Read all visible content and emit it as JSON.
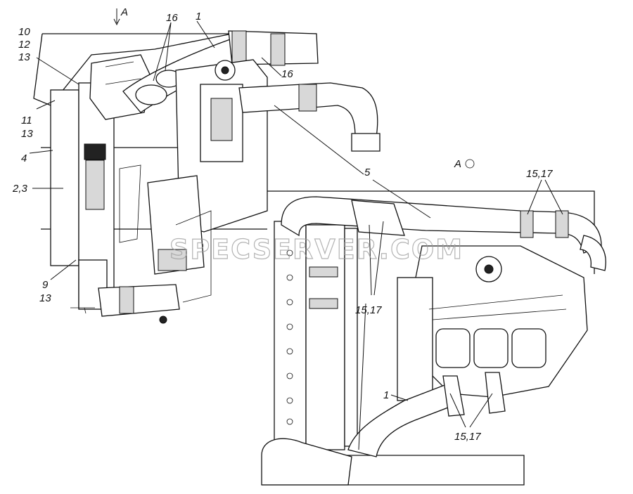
{
  "labels": {
    "view_a_arrow": "A",
    "l10": "10",
    "l12": "12",
    "l13_top": "13",
    "l11": "11",
    "l13_mid": "13",
    "l4": "4",
    "l23": "2,3",
    "l9": "9",
    "l13_bot": "13",
    "l16_top": "16",
    "l1_top": "1",
    "l16_right": "16",
    "l5": "5",
    "view_a_marker": "A",
    "l1517_upper": "15,17",
    "l1517_mid": "15,17",
    "l1_bottom": "1",
    "l1517_bottom": "15,17"
  },
  "watermark": "SPECSERVER.COM"
}
